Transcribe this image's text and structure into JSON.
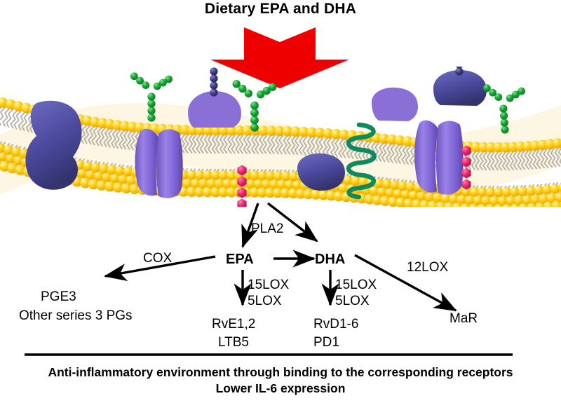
{
  "title": "Dietary EPA and DHA",
  "diagram": {
    "kind": "cell-membrane-pathway",
    "input_arrow": {
      "name": "dietary-intake-arrow",
      "color": "#ee0000",
      "direction": "down"
    },
    "membrane": {
      "name": "plasma-membrane-bilayer",
      "head_color": "#ffd11a",
      "tail_color": "#b5b0a8",
      "interior_color": "#fdf6e3",
      "integral_protein_color": "#8a6fd6",
      "peripheral_protein_color": "#4b4a9e",
      "glycan_green": "#16a636",
      "glycan_navy": "#3c3a82",
      "cholesterol_color": "#e8226b",
      "helix_color": "#0f8a5f"
    },
    "enzymes": {
      "pla2": "PLA2",
      "cox": "COX",
      "lox12": "12LOX",
      "lox15": "15LOX",
      "lox5": "5LOX"
    },
    "metabolites": {
      "epa": "EPA",
      "dha": "DHA",
      "pge3": "PGE3",
      "other_pgs": "Other series 3 PGs",
      "rve": "RvE1,2",
      "ltb5": "LTB5",
      "rvd": "RvD1-6",
      "pd1": "PD1",
      "mar": "MaR"
    }
  },
  "conclusion": {
    "line1": "Anti-inflammatory environment through binding to the corresponding receptors",
    "line2": "Lower IL-6 expression"
  }
}
